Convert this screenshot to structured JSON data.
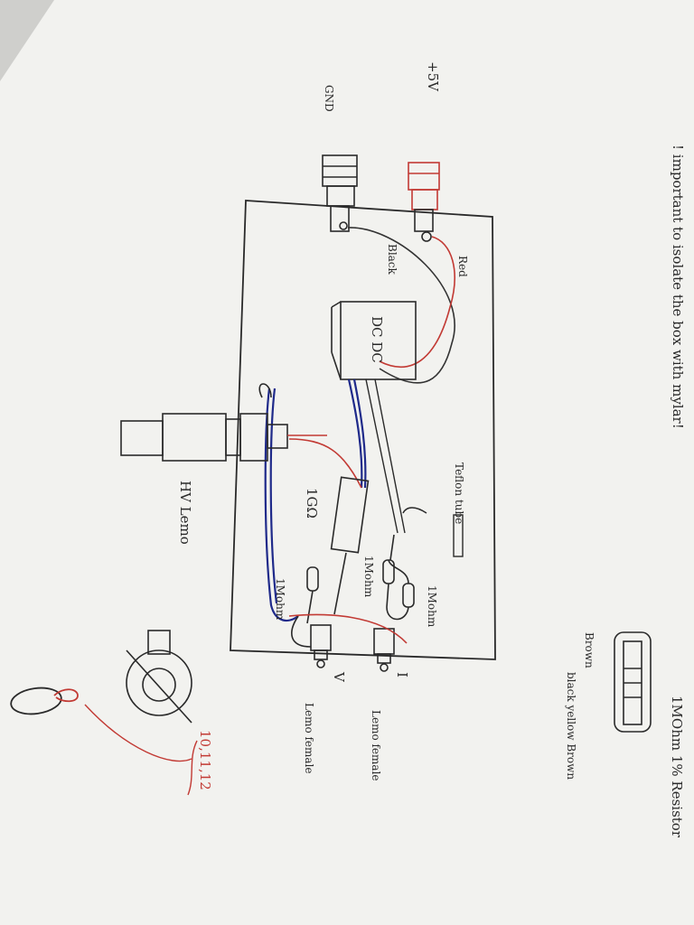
{
  "note_isolate": "! important to isolate the box with mylar!",
  "label_plus5v": "+5V",
  "label_gnd": "GND",
  "wire_red": "Red",
  "wire_black": "Black",
  "dcdc": "DC DC",
  "teflon_tube": "Teflon tube",
  "hv_lemo": "HV Lemo",
  "r_1gohm": "1GΩ",
  "r_1mohm_a": "1Mohm",
  "r_1mohm_b": "1Mohm",
  "r_1mohm_c": "1Mohm",
  "port_v": "V",
  "port_i": "I",
  "lemo_female_v": "Lemo female",
  "lemo_female_i": "Lemo female",
  "resistor_title": "1MOhm 1% Resistor",
  "band_brown_top": "Brown",
  "band_colors": "black yellow Brown",
  "pins": "10,11,12",
  "colors": {
    "paper": "#f3f3f1",
    "ink": "#2a2a2a",
    "red_wire": "#c23a34",
    "blue_wire": "#1f2a8a"
  }
}
